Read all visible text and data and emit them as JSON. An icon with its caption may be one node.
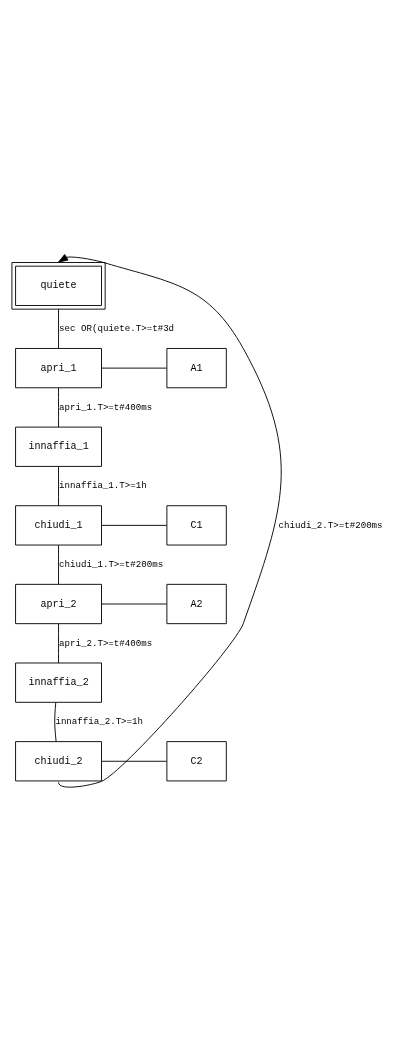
{
  "diagram": {
    "nodes": [
      {
        "text": [
          "quiete"
        ]
      },
      {
        "text": [
          "apri_1"
        ]
      },
      {
        "text": [
          "A1"
        ]
      },
      {
        "text": [
          "innaffia_1"
        ]
      },
      {
        "text": [
          "chiudi_1"
        ]
      },
      {
        "text": [
          "C1"
        ]
      },
      {
        "text": [
          "apri_2"
        ]
      },
      {
        "text": [
          "A2"
        ]
      },
      {
        "text": [
          "innaffia_2"
        ]
      },
      {
        "text": [
          "chiudi_2"
        ]
      },
      {
        "text": [
          "C2"
        ]
      }
    ],
    "edges": [
      {
        "from": 0,
        "to": 1,
        "arrow": "none",
        "label": "sec OR(quiete.T>=t#3d"
      },
      {
        "from": 1,
        "to": 2,
        "arrow": "none"
      },
      {
        "from": 1,
        "to": 3,
        "arrow": "none",
        "label": "apri_1.T>=t#400ms"
      },
      {
        "from": 3,
        "to": 4,
        "arrow": "none",
        "label": "innaffia_1.T>=1h"
      },
      {
        "from": 4,
        "to": 5,
        "arrow": "none"
      },
      {
        "from": 4,
        "to": 6,
        "arrow": "none",
        "label": "chiudi_1.T>=t#200ms"
      },
      {
        "from": 6,
        "to": 7,
        "arrow": "none"
      },
      {
        "from": 6,
        "to": 8,
        "arrow": "none",
        "label": "apri_2.T>=t#400ms"
      },
      {
        "from": 8,
        "to": 9,
        "arrow": "none",
        "label": "innaffia_2.T>=1h"
      },
      {
        "from": 9,
        "to": 10,
        "arrow": "none"
      },
      {
        "from": 9,
        "to": 0,
        "arrow": "to",
        "label": "chiudi_2.T>=t#200ms"
      }
    ]
  }
}
